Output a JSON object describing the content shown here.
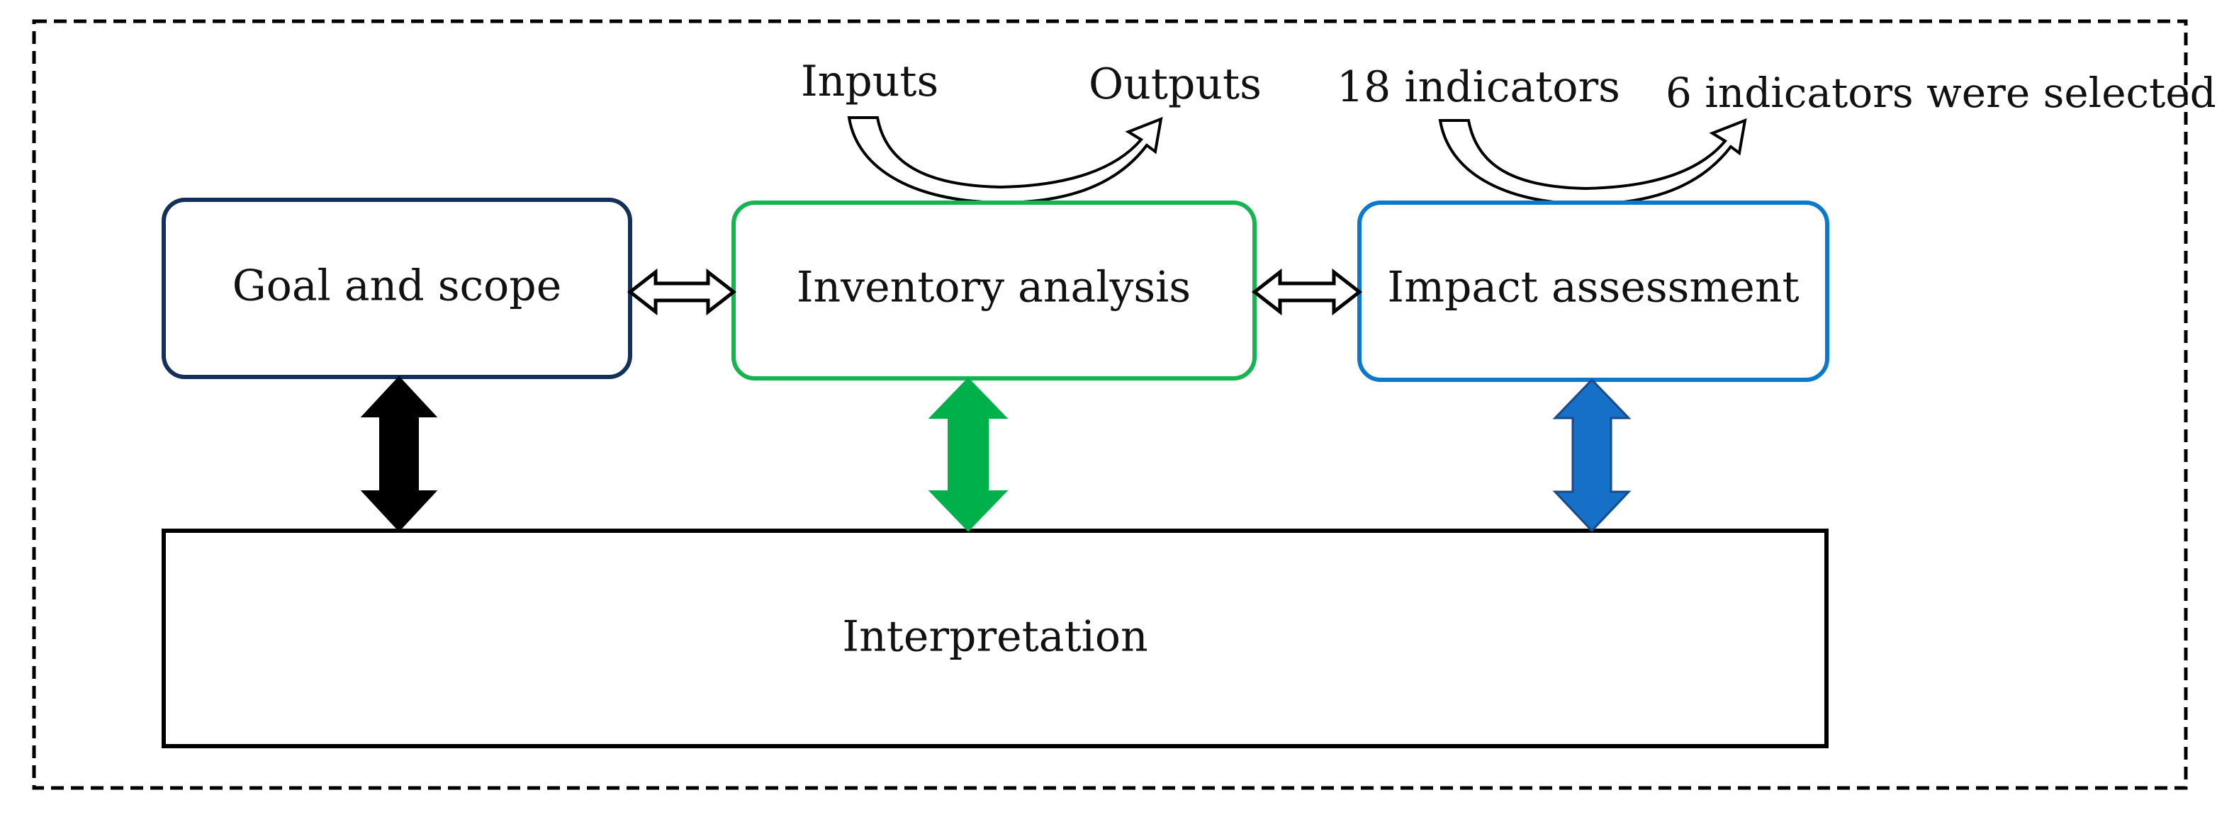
{
  "nodes": {
    "goal": {
      "label": "Goal and scope",
      "border_color": "#12305a"
    },
    "inventory": {
      "label": "Inventory analysis",
      "border_color": "#16b450"
    },
    "impact": {
      "label": "Impact assessment",
      "border_color": "#0a78cc"
    },
    "interpretation": {
      "label": "Interpretation",
      "border_color": "#000000"
    }
  },
  "flows": {
    "inventory_left": "Inputs",
    "inventory_right": "Outputs",
    "impact_left": "18 indicators",
    "impact_right": "6 indicators were selected"
  },
  "arrow_colors": {
    "goal": "#000000",
    "inventory": "#00b04a",
    "impact": "#1670c8"
  }
}
